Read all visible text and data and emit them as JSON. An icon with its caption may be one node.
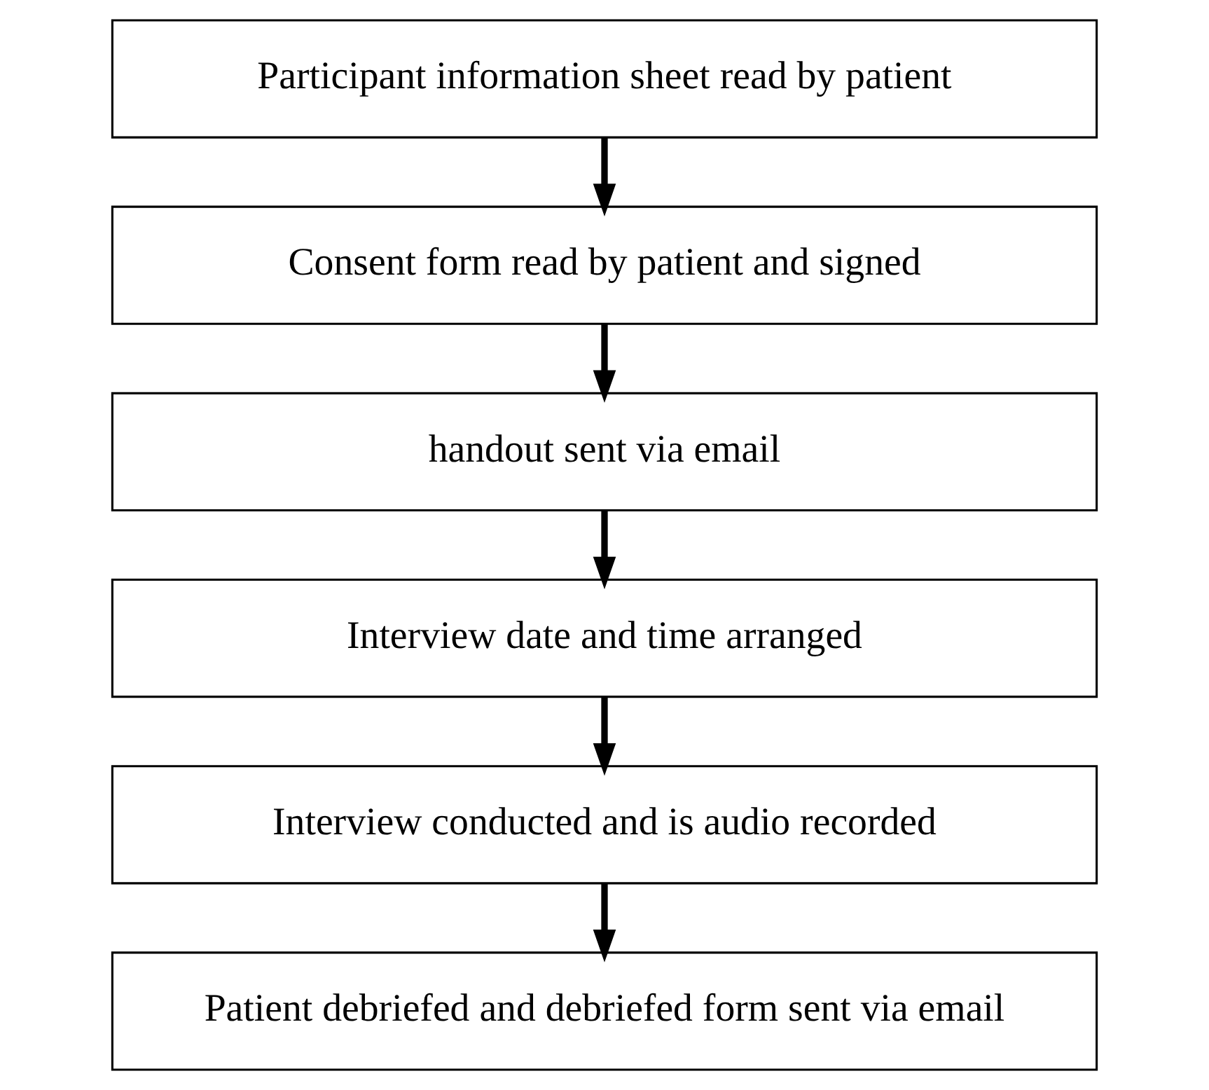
{
  "diagram": {
    "nodes": [
      {
        "text": [
          "Participant information sheet read by patient"
        ]
      },
      {
        "text": [
          "Consent form read by patient and signed"
        ]
      },
      {
        "text": [
          "handout sent via email"
        ]
      },
      {
        "text": [
          "Interview date and time arranged"
        ]
      },
      {
        "text": [
          "Interview conducted and is audio recorded"
        ]
      },
      {
        "text": [
          "Patient debriefed and debriefed form sent via email"
        ]
      }
    ],
    "edges": [
      {
        "from": 0,
        "to": 1,
        "arrow": "to"
      },
      {
        "from": 1,
        "to": 2,
        "arrow": "to"
      },
      {
        "from": 2,
        "to": 3,
        "arrow": "to"
      },
      {
        "from": 3,
        "to": 4,
        "arrow": "to"
      },
      {
        "from": 4,
        "to": 5,
        "arrow": "to"
      }
    ]
  }
}
